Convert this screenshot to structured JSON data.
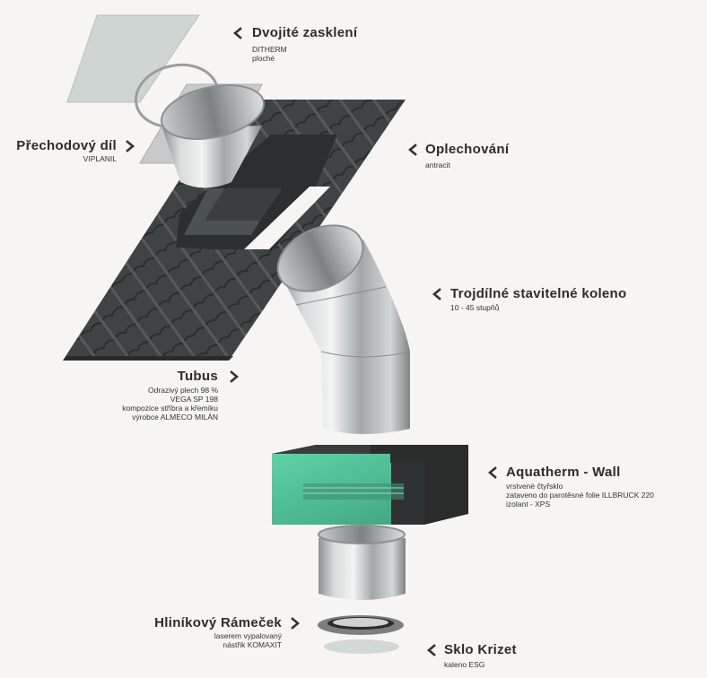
{
  "labels": {
    "glazing": {
      "title": "Dvojité zasklení",
      "lines": [
        "DITHERM",
        "ploché"
      ]
    },
    "transition": {
      "title": "Přechodový díl",
      "lines": [
        "VIPLANIL"
      ]
    },
    "flashing": {
      "title": "Oplechování",
      "lines": [
        "antracit"
      ]
    },
    "elbow": {
      "title": "Trojdílné  stavitelné koleno",
      "lines": [
        "10 - 45 stupňů"
      ]
    },
    "tube": {
      "title": "Tubus",
      "lines": [
        "Odrazivý plech 98 %",
        "VEGA SP 198",
        "kompozice stříbra a křemíku",
        "výrobce ALMECO MILÁN"
      ]
    },
    "aquatherm": {
      "title": "Aquatherm - Wall",
      "lines": [
        "vrstvené čtyřsklo",
        "zataveno do parotěsné folie ILLBRUCK 220",
        "izolant - XPS"
      ]
    },
    "frame": {
      "title": "Hliníkový Rámeček",
      "lines": [
        "laserem vypalovaný",
        "nástřik KOMAXIT"
      ]
    },
    "glass": {
      "title": "Sklo Krizet",
      "lines": [
        "kaleno ESG"
      ]
    }
  },
  "icons": {
    "pointer": "chevron-icon"
  },
  "colors": {
    "background": "#f6f5f3",
    "roof": "#3a3d3d",
    "metal": "#b9bcbd",
    "insulation": "#4fbf95",
    "dark": "#2a2c2c"
  }
}
